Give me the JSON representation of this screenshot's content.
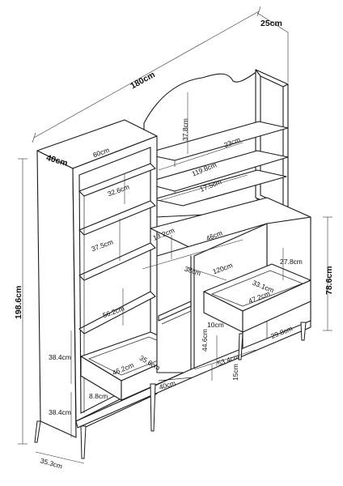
{
  "dimensions": {
    "top_depth": "25cm",
    "total_width": "180cm",
    "total_height": "198.6cm",
    "tower_depth": "40cm",
    "tower_width": "60cm",
    "tower_shelf_1": "32.6cm",
    "tower_shelf_2": "37.5cm",
    "tower_shelf_3": "56.2cm",
    "tower_lower_1": "38.4cm",
    "tower_lower_2": "38.4cm",
    "tower_drawer_depth": "35.6cm",
    "tower_drawer_width": "46.2cm",
    "tower_drawer_height": "8.8cm",
    "base_depth": "35.3cm",
    "top_shelf_height": "37.8cm",
    "top_shelf_depth": "23cm",
    "upper_width": "119.8cm",
    "mid_height": "17.5cm",
    "narrow_height": "13.2cm",
    "niche_width": "46cm",
    "open_width": "120cm",
    "inner_height": "38cm",
    "side_drawer_height": "27.8cm",
    "cabinet_height": "78.6cm",
    "right_drawer_depth": "33.1cm",
    "right_drawer_width": "47.2cm",
    "lower_drawer_height": "10cm",
    "cabinet_inner": "44.6cm",
    "cabinet_depth": "29.8cm",
    "bottom_width": "53.4cm",
    "bottom_depth": "40cm",
    "leg_height": "15cm"
  }
}
